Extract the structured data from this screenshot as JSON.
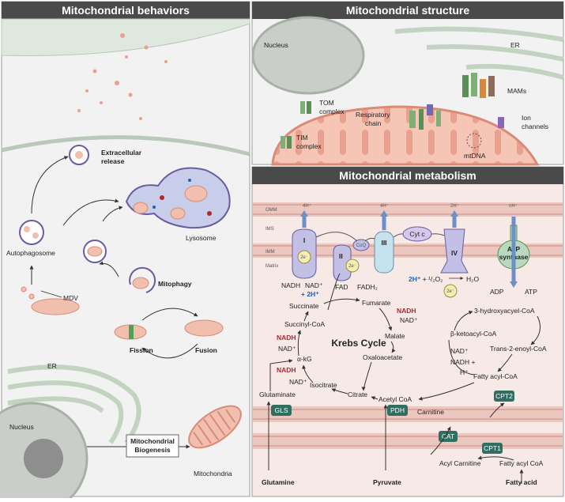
{
  "panels": {
    "behaviors": "Mitochondrial behaviors",
    "structure": "Mitochondrial structure",
    "metabolism": "Mitochondrial metabolism"
  },
  "behaviors": {
    "extracellular": "Extracellular",
    "release": "release",
    "lysosome": "Lysosome",
    "autophagosome": "Autophagosome",
    "mitophagy": "Mitophagy",
    "mdv": "MDV",
    "fission": "Fission",
    "fusion": "Fusion",
    "er": "ER",
    "nucleus": "Nucleus",
    "biogenesis1": "Mitochondrial",
    "biogenesis2": "Biogenesis",
    "mitochondria": "Mitochondria"
  },
  "structure": {
    "nucleus": "Nucleus",
    "er": "ER",
    "tom1": "TOM",
    "tom2": "complex",
    "resp1": "Respiratory",
    "resp2": "chain",
    "mams": "MAMs",
    "ion1": "Ion",
    "ion2": "channels",
    "tim1": "TIM",
    "tim2": "complex",
    "mtdna": "mtDNA"
  },
  "metabolism": {
    "omm": "OMM",
    "ims": "IMS",
    "imm": "IMM",
    "matrix": "Matrix",
    "c1": "I",
    "c2": "II",
    "c3": "III",
    "c4": "IV",
    "coq": "CoQ",
    "cytc": "Cyt c",
    "atp1": "ATP",
    "atp2": "synthase",
    "e2": "2e⁻",
    "hplus4": "4H⁺",
    "hplus2": "2H⁺",
    "hplusn": "nH⁺",
    "nadh_top": "NADH",
    "nad_top": "NAD⁺",
    "h2plus": "+ 2H⁺",
    "fad": "FAD",
    "fadh2": "FADH₂",
    "oxy_a": "2H⁺ + ",
    "oxy_b": "¹/₂O₂",
    "h2o": "H₂O",
    "adp": "ADP",
    "atp": "ATP",
    "succinate": "Succinate",
    "fumarate": "Fumarate",
    "nadh_red1": "NADH",
    "nad1": "NAD⁺",
    "malate": "Malate",
    "oxaloacetate": "Oxaloacetate",
    "succinylcoa": "Succinyl-CoA",
    "nadh_red2": "NADH",
    "nad2": "NAD⁺",
    "krebs": "Krebs Cycle",
    "akg": "α-kG",
    "nadh_red3": "NADH",
    "nad3": "NAD⁺",
    "isocitrate": "Isocitrate",
    "citrate": "Citrate",
    "acetylcoa": "Acetyl CoA",
    "glutaminate": "Glutaminate",
    "gls": "GLS",
    "pdh": "PDH",
    "hydroxy": "3-hydroxyacyel-CoA",
    "ketoacyl": "β-ketoacyl-CoA",
    "enoyl": "Trans-2-enoyl-CoA",
    "nad4": "NAD⁺",
    "nadh4": "NADH +",
    "hplus_f": "H⁺",
    "fattyacylcoa_in": "Fatty acyl-CoA",
    "cpt2": "CPT2",
    "carnitine": "Carnitine",
    "cat": "CAT",
    "cpt1": "CPT1",
    "acylcarnitine": "Acyl Carnitine",
    "fattyacylcoa_out": "Fatty acyl CoA",
    "glutamine": "Glutamine",
    "pyruvate": "Pyruvate",
    "fattyacid": "Fatty acid"
  },
  "colors": {
    "header": "#4a4a4a",
    "mito": "#f1bfae",
    "mito_dark": "#d98b78",
    "complex": "#c3c0e6",
    "green": "#2f6e61",
    "accent_red": "#b3262e",
    "accent_blue": "#1f5fb4"
  }
}
